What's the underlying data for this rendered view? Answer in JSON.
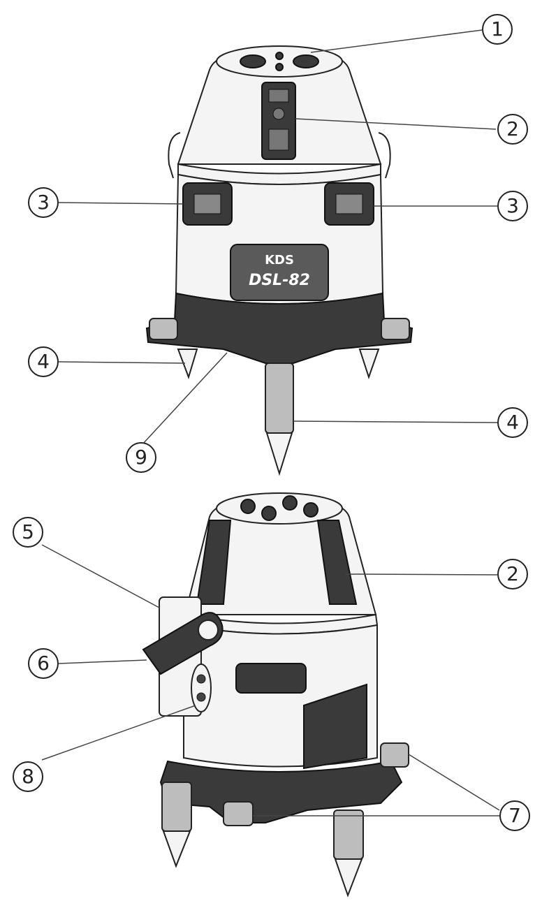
{
  "figure": {
    "brand_label": "KDS",
    "model_label": "DSL-82",
    "callouts": {
      "c1": "1",
      "c2_top": "2",
      "c3_left": "3",
      "c3_right": "3",
      "c4_left": "4",
      "c4_right": "4",
      "c9": "9",
      "c5": "5",
      "c2_bottom": "2",
      "c6": "6",
      "c8": "8",
      "c7": "7"
    }
  }
}
